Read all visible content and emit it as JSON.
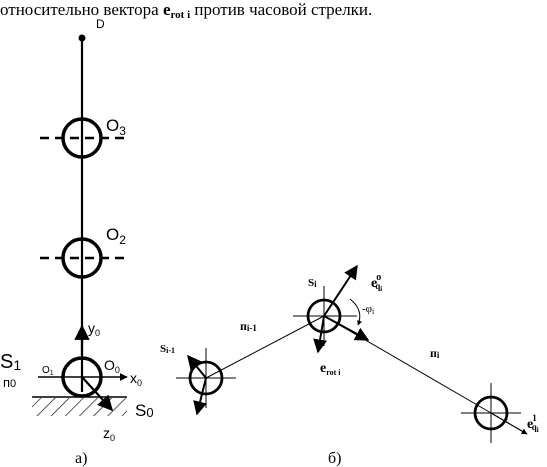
{
  "header": {
    "caption_prefix": "относительно вектора ",
    "caption_vec": "e",
    "caption_sub": "rot i",
    "caption_suffix": " против часовой стрелки."
  },
  "diagram_a": {
    "point_D": "D",
    "o3": "O",
    "o3_sub": "3",
    "o2": "O",
    "o2_sub": "2",
    "y0": "y",
    "y0_sub": "0",
    "o1": "O",
    "o1_sub": "1",
    "o0": "O",
    "o0_sub": "0",
    "x0": "x",
    "x0_sub": "0",
    "s1": "S",
    "s1_sub": "1",
    "p0": "п",
    "p0_sub": "0",
    "s0": "S",
    "s0_sub": "0",
    "z0": "z",
    "z0_sub": "0",
    "label": "а)"
  },
  "diagram_b": {
    "si": "S",
    "si_sub": "i",
    "e_q": "e",
    "e_q_sub": "q",
    "e_q_sub2": "i",
    "e_q_sup": "o",
    "angle": "-φ",
    "angle_sub": "i",
    "e_rot": "e",
    "e_rot_sub": "rot i",
    "pi_minus_1": "п",
    "pi_minus_1_sub": "i-1",
    "si_minus_1": "S",
    "si_minus_1_sub": "i-1",
    "pi": "п",
    "pi_sub": "i",
    "e_q_right": "e",
    "e_q_right_sub": "q",
    "e_q_right_sub2": "i",
    "e_q_right_sup": "1",
    "label": "б)"
  }
}
